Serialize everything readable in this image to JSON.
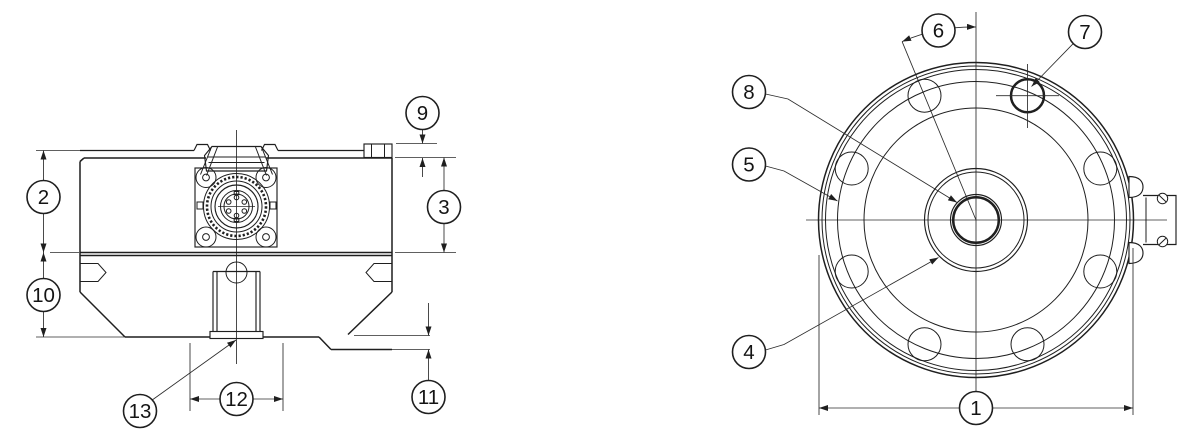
{
  "drawing": {
    "background_color": "#ffffff",
    "line_color": "#1f1f1f"
  },
  "callouts": {
    "b1": {
      "label": "1"
    },
    "b2": {
      "label": "2"
    },
    "b3": {
      "label": "3"
    },
    "b4": {
      "label": "4"
    },
    "b5": {
      "label": "5"
    },
    "b6": {
      "label": "6"
    },
    "b7": {
      "label": "7"
    },
    "b8": {
      "label": "8"
    },
    "b9": {
      "label": "9"
    },
    "b10": {
      "label": "10"
    },
    "b11": {
      "label": "11"
    },
    "b12": {
      "label": "12"
    },
    "b13": {
      "label": "13"
    }
  }
}
